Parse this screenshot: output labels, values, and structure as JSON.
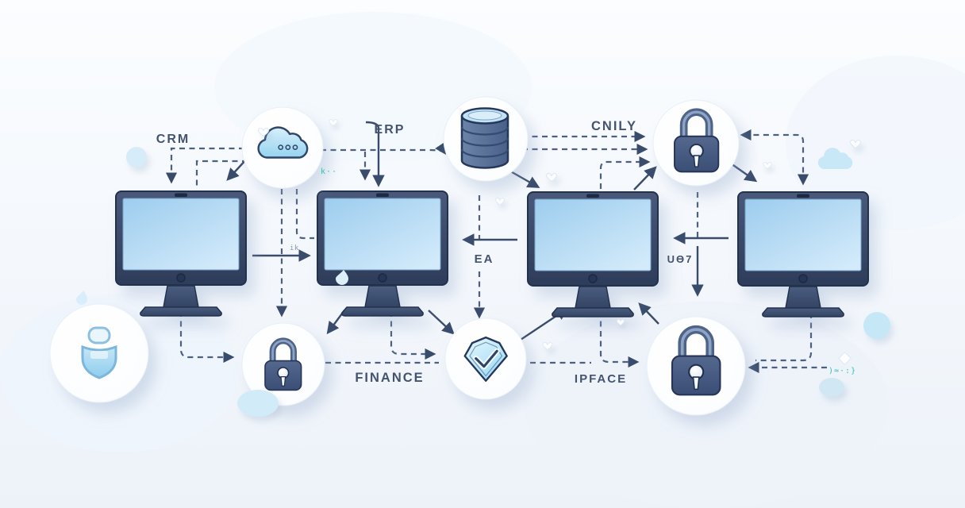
{
  "illustration": {
    "title": "system-integration-flow-illustration",
    "labels": {
      "crm": "CRM",
      "erp": "ERP",
      "cnily": "CNILY",
      "ea": "EA",
      "uo7": "UƟ7",
      "finance": "FINANCE",
      "ipface": "IPFACE"
    },
    "decor_glyphs": {
      "tiny_mid": "ik",
      "teal_top": "k··",
      "teal_bottom": ")≈·:}"
    },
    "nodes": [
      "monitor-1",
      "cloud",
      "monitor-2",
      "database",
      "monitor-3",
      "padlock-top",
      "monitor-4",
      "shield-user",
      "padlock-bottom-left",
      "diamond-check",
      "padlock-bottom-right"
    ],
    "colors": {
      "background": "#f4f8fc",
      "device_navy": "#394a6b",
      "screen_blue": "#aed6f0",
      "icon_light_blue": "#bfe3f7",
      "solid_line": "#3a4c6c",
      "dashed_line": "#4e6080",
      "teal_accent": "#35c0b4",
      "label_text": "#44536f"
    }
  }
}
